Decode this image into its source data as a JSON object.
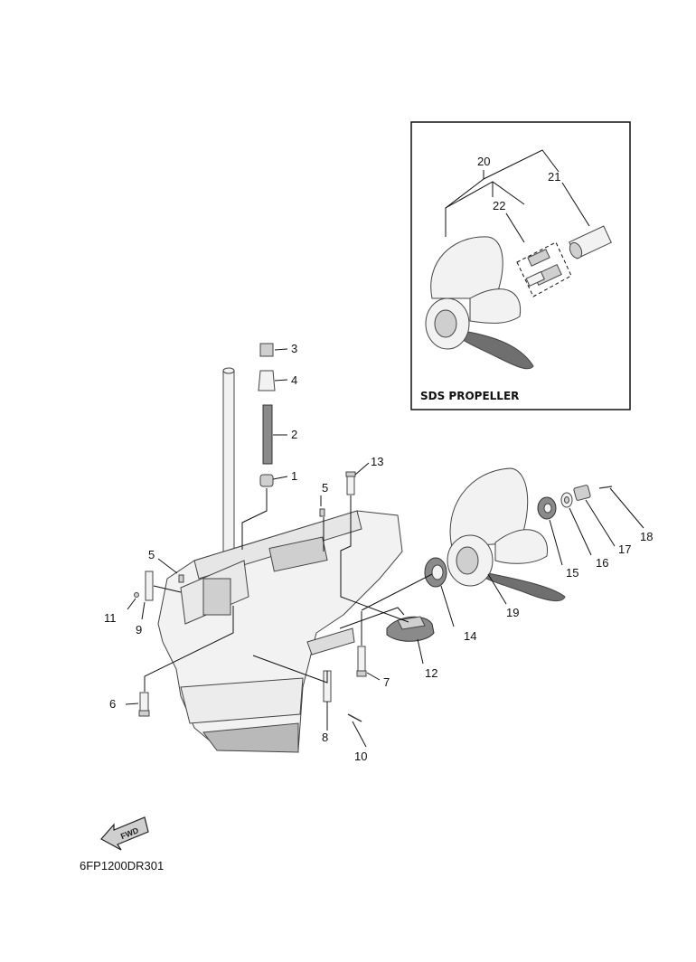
{
  "diagram_code": "6FP1200DR301",
  "inset": {
    "title": "SDS PROPELLER"
  },
  "fwd_arrow_label": "FWD",
  "callouts": {
    "c1": "1",
    "c2": "2",
    "c3": "3",
    "c4": "4",
    "c5a": "5",
    "c5b": "5",
    "c6": "6",
    "c7": "7",
    "c8": "8",
    "c9": "9",
    "c10": "10",
    "c11": "11",
    "c12": "12",
    "c13": "13",
    "c14": "14",
    "c15": "15",
    "c16": "16",
    "c17": "17",
    "c18": "18",
    "c19": "19",
    "c20": "20",
    "c21": "21",
    "c22": "22"
  }
}
